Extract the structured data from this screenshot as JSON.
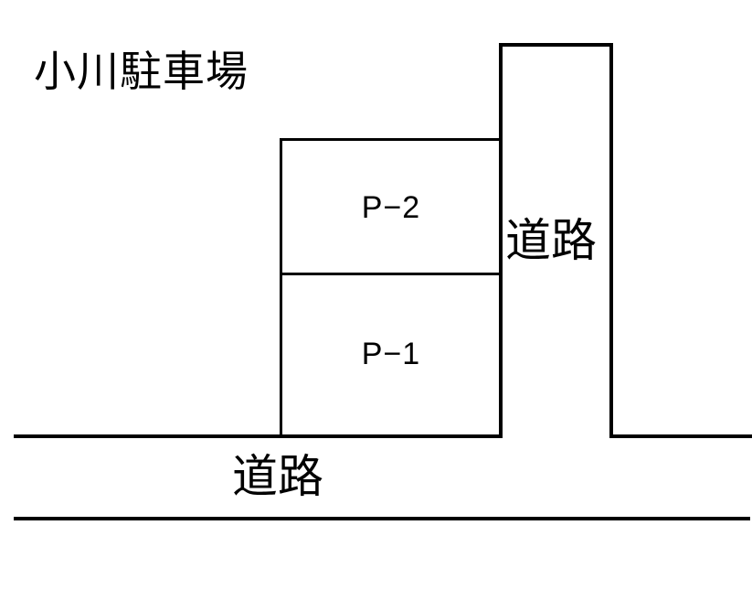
{
  "title": "小川駐車場",
  "lots": [
    {
      "id": "P-2",
      "label": "P−2"
    },
    {
      "id": "P-1",
      "label": "P−1"
    }
  ],
  "roads": {
    "vertical_label": "道路",
    "horizontal_label": "道路"
  },
  "colors": {
    "line": "#000000",
    "background": "#ffffff"
  }
}
